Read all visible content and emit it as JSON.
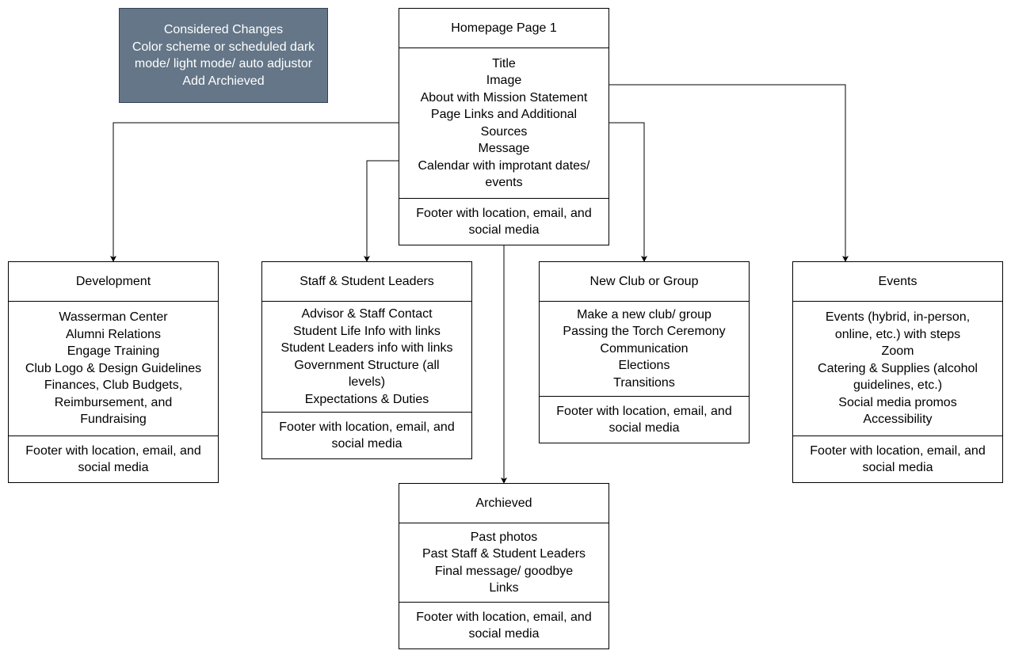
{
  "note": {
    "lines": [
      "Considered Changes",
      "Color scheme or scheduled dark",
      "mode/ light mode/ auto adjustor",
      "Add Archieved"
    ]
  },
  "home": {
    "title": "Homepage Page 1",
    "items": [
      "Title",
      "Image",
      "About with Mission Statement",
      "Page Links and Additional",
      "Sources",
      "Message",
      "Calendar with improtant dates/",
      "events"
    ],
    "footer": [
      "Footer with location, email, and",
      "social media"
    ]
  },
  "development": {
    "title": "Development",
    "items": [
      "Wasserman Center",
      "Alumni Relations",
      "Engage Training",
      "Club Logo & Design Guidelines",
      "Finances, Club Budgets,",
      "Reimbursement, and",
      "Fundraising"
    ],
    "footer": [
      "Footer with location, email, and",
      "social media"
    ]
  },
  "staff": {
    "title": "Staff & Student Leaders",
    "items": [
      "Advisor & Staff Contact",
      "Student Life Info with links",
      "Student Leaders info with links",
      "Government Structure (all",
      "levels)",
      "Expectations & Duties"
    ],
    "footer": [
      "Footer with location, email, and",
      "social media"
    ]
  },
  "newclub": {
    "title": "New Club or Group",
    "items": [
      "Make a new club/ group",
      "Passing the Torch Ceremony",
      "Communication",
      "Elections",
      "Transitions"
    ],
    "footer": [
      "Footer with location, email, and",
      "social media"
    ]
  },
  "events": {
    "title": "Events",
    "items": [
      "Events (hybrid, in-person,",
      "online, etc.) with steps",
      "Zoom",
      "Catering & Supplies (alcohol",
      "guidelines, etc.)",
      "Social media promos",
      "Accessibility"
    ],
    "footer": [
      "Footer with location, email, and",
      "social media"
    ]
  },
  "archived": {
    "title": "Archieved",
    "items": [
      "Past photos",
      "Past Staff & Student Leaders",
      "Final message/ goodbye",
      "Links"
    ],
    "footer": [
      "Footer with location, email, and",
      "social media"
    ]
  }
}
